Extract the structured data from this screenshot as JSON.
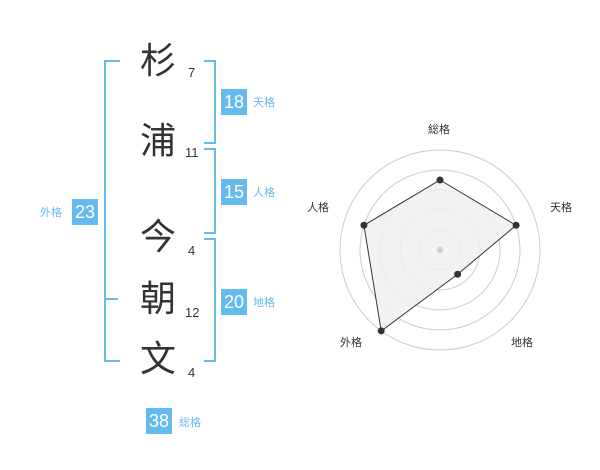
{
  "name": {
    "chars": [
      {
        "char": "杉",
        "strokes": "7"
      },
      {
        "char": "浦",
        "strokes": "11"
      },
      {
        "char": "今",
        "strokes": "4"
      },
      {
        "char": "朝",
        "strokes": "12"
      },
      {
        "char": "文",
        "strokes": "4"
      }
    ]
  },
  "kakusu": {
    "tenkaku": {
      "value": "18",
      "label": "天格"
    },
    "jinkaku": {
      "value": "15",
      "label": "人格"
    },
    "chikaku": {
      "value": "20",
      "label": "地格"
    },
    "gaikaku": {
      "value": "23",
      "label": "外格"
    },
    "soukaku": {
      "value": "38",
      "label": "総格"
    }
  },
  "radar": {
    "axes": [
      "総格",
      "天格",
      "地格",
      "外格",
      "人格"
    ],
    "values": [
      3.5,
      4,
      1.5,
      5,
      4
    ],
    "max": 5,
    "colors": {
      "ring": "#cccccc",
      "fill": "#f0f0f0",
      "line": "#333333"
    }
  },
  "colors": {
    "accent": "#66bbee",
    "text": "#333333"
  }
}
